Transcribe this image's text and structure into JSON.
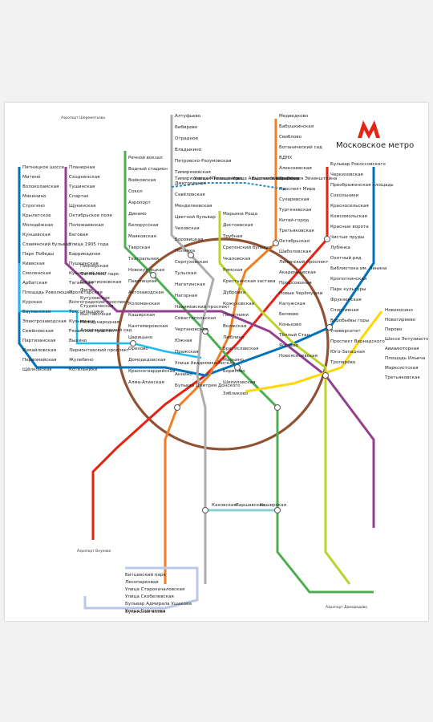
{
  "header": {
    "title": "Московское метро",
    "logo_letter": "М",
    "logo_color": "#e42313"
  },
  "colors": {
    "line1": "#e42313",
    "line2": "#4baf4f",
    "line3": "#0072ba",
    "line4": "#1ebcef",
    "line5": "#915133",
    "line6": "#f07e24",
    "line7": "#943e90",
    "line8": "#ffd803",
    "line9": "#adacac",
    "line10": "#bed12c",
    "line11": "#88cdcf",
    "line12": "#bac8e8",
    "monorail": "#2c87c5",
    "transfer": "#ffffff"
  },
  "stations": {
    "red": [
      "Бульвар Рокоссовского",
      "Черкизовская",
      "Преображенская площадь",
      "Сокольники",
      "Красносельская",
      "Комсомольская",
      "Красные ворота",
      "Чистые пруды",
      "Лубянка",
      "Охотный ряд",
      "Библиотека им. Ленина",
      "Кропоткинская",
      "Парк культуры",
      "Фрунзенская",
      "Спортивная",
      "Воробьёвы горы",
      "Университет",
      "Проспект Вернадского",
      "Юго-Западная",
      "Тропарёво"
    ],
    "green": [
      "Речной вокзал",
      "Водный стадион",
      "Войковская",
      "Сокол",
      "Аэропорт",
      "Динамо",
      "Белорусская",
      "Маяковская",
      "Тверская",
      "Театральная",
      "Новокузнецкая",
      "Павелецкая",
      "Автозаводская",
      "Коломенская",
      "Каширская",
      "Кантемировская",
      "Царицыно",
      "Орехово",
      "Домодедовская",
      "Красногвардейская",
      "Алма-Атинская"
    ],
    "blue": [
      "Пятницкое шоссе",
      "Митино",
      "Волоколамская",
      "Мякинино",
      "Строгино",
      "Крылатское",
      "Молодёжная",
      "Кунцевская",
      "Славянский бульвар",
      "Парк Победы",
      "Киевская",
      "Смоленская",
      "Арбатская",
      "Площадь Революции",
      "Курская",
      "Бауманская",
      "Электрозаводская",
      "Семёновская",
      "Партизанская",
      "Измайловская",
      "Первомайская",
      "Щёлковская"
    ],
    "lightblue": [
      "Пионерская",
      "Филёвский парк",
      "Багратионовская",
      "Фили",
      "Кутузовская",
      "Студенческая",
      "Выставочная",
      "Международная",
      "Александровский сад"
    ],
    "orange": [
      "Медведково",
      "Бабушкинская",
      "Свиблово",
      "Ботанический сад",
      "ВДНХ",
      "Алексеевская",
      "Рижская",
      "Проспект Мира",
      "Сухаревская",
      "Тургеневская",
      "Китай-город",
      "Третьяковская",
      "Октябрьская",
      "Шаболовская",
      "Ленинский проспект",
      "Академическая",
      "Профсоюзная",
      "Новые Черёмушки",
      "Калужская",
      "Беляево",
      "Коньково",
      "Тёплый Стан",
      "Ясенево",
      "Новоясеневская"
    ],
    "purple": [
      "Планерная",
      "Сходненская",
      "Тушинская",
      "Спартак",
      "Щукинская",
      "Октябрьское поле",
      "Полежаевская",
      "Беговая",
      "Улица 1905 года",
      "Баррикадная",
      "Пушкинская",
      "Кузнецкий мост",
      "Таганская",
      "Пролетарская",
      "Волгоградский проспект",
      "Текстильщики",
      "Кузьминки",
      "Рязанский проспект",
      "Выхино",
      "Лермонтовский проспект",
      "Жулебино",
      "Котельники"
    ],
    "yellow": [
      "Новокосино",
      "Новогиреево",
      "Перово",
      "Шоссе Энтузиастов",
      "Авиамоторная",
      "Площадь Ильича",
      "Марксистская",
      "Третьяковская"
    ],
    "grey": [
      "Алтуфьево",
      "Бибирево",
      "Отрадное",
      "Владыкино",
      "Петровско-Разумовская",
      "Тимирязевская",
      "Дмитровская",
      "Савёловская",
      "Менделеевская",
      "Цветной бульвар",
      "Чеховская",
      "Боровицкая",
      "Полянка",
      "Серпуховская",
      "Тульская",
      "Нагатинская",
      "Нагорная",
      "Нахимовский проспект",
      "Севастопольская",
      "Чертановская",
      "Южная",
      "Пражская",
      "Улица Академика Янгеля",
      "Аннино",
      "Бульвар Дмитрия Донского"
    ],
    "lime": [
      "Марьина Роща",
      "Достоевская",
      "Трубная",
      "Сретенский бульвар",
      "Чкаловская",
      "Римская",
      "Крестьянская застава",
      "Дубровка",
      "Кожуховская",
      "Печатники",
      "Волжская",
      "Люблино",
      "Братиславская",
      "Марьино",
      "Борисово",
      "Шипиловская",
      "Зябликово"
    ],
    "teal": [
      "Каховская",
      "Варшавская",
      "Каширская"
    ],
    "paleblue": [
      "Битцевский парк",
      "Лесопарковая",
      "Улица Старокачаловская",
      "Улица Скобелевская",
      "Бульвар Адмирала Ушакова",
      "Улица Горчакова",
      "Бунинская аллея"
    ],
    "monorail": [
      "Тимирязевская",
      "Улица Милашенкова",
      "Телецентр",
      "Улица Академика Королёва",
      "Выставочный центр",
      "Улица Сергея Эйзенштейна"
    ]
  },
  "airports": {
    "sheremetyevo": "Аэропорт Шереметьево",
    "domodedovo": "Аэропорт Домодедово",
    "vnukovo": "Аэропорт Внуково"
  }
}
